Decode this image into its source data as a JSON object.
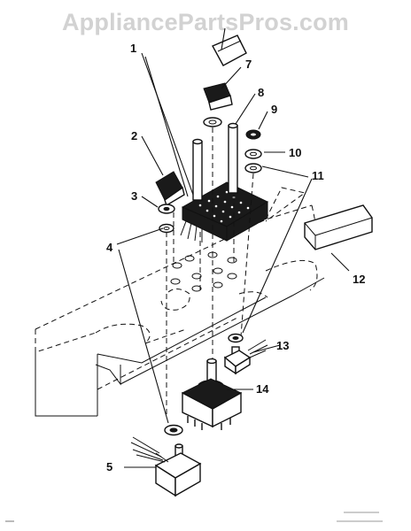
{
  "watermark": "AppliancePartsPros.com",
  "callouts": [
    "1",
    "2",
    "3",
    "4",
    "5",
    "7",
    "8",
    "9",
    "10",
    "11",
    "12",
    "13",
    "14"
  ]
}
